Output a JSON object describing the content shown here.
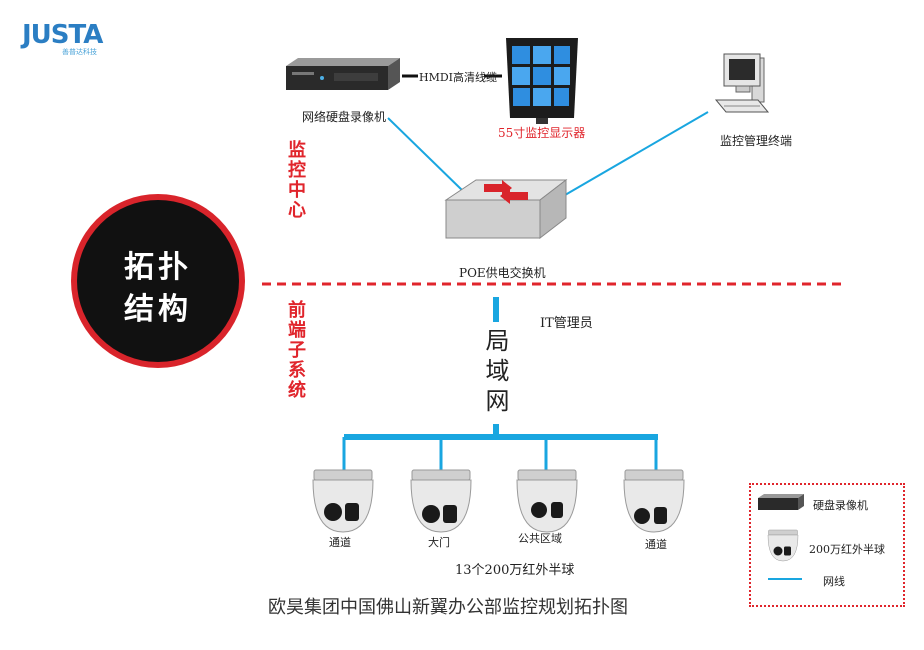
{
  "logo": {
    "brand": "JUSTA",
    "sub": "善普达科技"
  },
  "badge": {
    "line1": "拓扑",
    "line2": "结构"
  },
  "zones": {
    "center": "监控中心",
    "front": "前端子系统"
  },
  "devices": {
    "nvr": "网络硬盘录像机",
    "hdmi": "HMDI高清线缆",
    "monitor": "55寸监控显示器",
    "terminal": "监控管理终端",
    "switch": "POE供电交换机",
    "it": "IT管理员",
    "lan": "局域网"
  },
  "cameras": [
    {
      "label": "通道"
    },
    {
      "label": "大门"
    },
    {
      "label": "公共区域"
    },
    {
      "label": "通道"
    }
  ],
  "camera_summary": "13个200万红外半球",
  "title": "欧昊集团中国佛山新翼办公部监控规划拓扑图",
  "legend": {
    "nvr": "硬盘录像机",
    "camera": "200万红外半球",
    "line": "网线"
  },
  "colors": {
    "line": "#19a6e0",
    "accent": "#e0252c"
  }
}
